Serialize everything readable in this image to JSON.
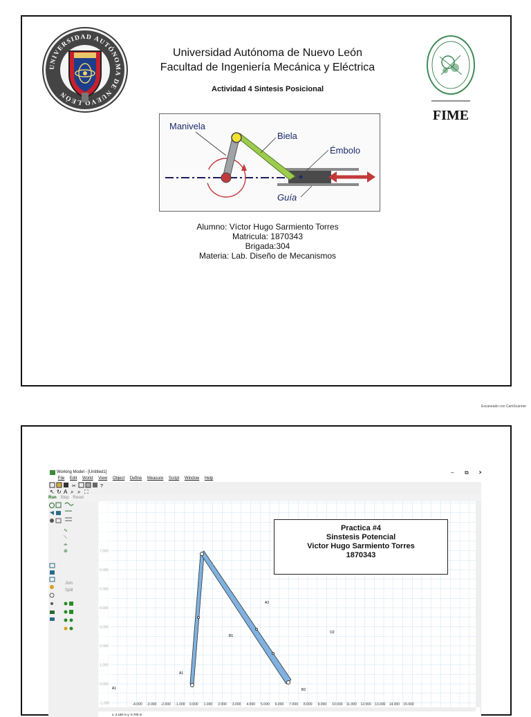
{
  "page1": {
    "university": "Universidad Autónoma de Nuevo León",
    "faculty": "Facultad de Ingeniería Mecánica y Eléctrica",
    "activity": "Actividad 4 Sintesis Posicional",
    "fime_logo_text": "FIME",
    "uanl_seal_text": "UNIVERSIDAD AUTÓNOMA DE NUEVO LEÓN",
    "diagram": {
      "manivela": "Manivela",
      "biela": "Biela",
      "embolo": "Émbolo",
      "guia": "Guía"
    },
    "student": {
      "alumno": "Alumno: Víctor Hugo Sarmiento Torres",
      "matricula": "Matricula: 1870343",
      "brigada": "Brigada:304",
      "materia": "Materia: Lab. Diseño de Mecanismos"
    }
  },
  "scanner_note": "Escaneado con CamScanner",
  "page2": {
    "window_title": "Working Model - [Untitled1]",
    "window_controls": {
      "minimize": "–",
      "restore": "⧉",
      "close": "✕"
    },
    "menu": [
      "File",
      "Edit",
      "World",
      "View",
      "Object",
      "Define",
      "Measure",
      "Script",
      "Window",
      "Help"
    ],
    "run_controls": {
      "run": "Run",
      "stop": "Stop",
      "reset": "Reset"
    },
    "palette_labels": {
      "join": "Join",
      "split": "Split"
    },
    "info_box": {
      "line1": "Practica #4",
      "line2": "Sinstesis Potencial",
      "line3": "Victor Hugo Sarmiento Torres",
      "line4": "1870343"
    },
    "point_labels": {
      "a1": "A1",
      "a2": "A2",
      "b1": "B1",
      "b2": "B2",
      "o2": "O2",
      "a1_axis": "A1"
    },
    "y_ticks": [
      "7.000",
      "6.000",
      "5.000",
      "4.000",
      "3.000",
      "2.000",
      "1.000",
      "0.000",
      "-1.000"
    ],
    "x_ticks": [
      "-4.000",
      "-3.000",
      "-2.000",
      "-1.000",
      "0.000",
      "1.000",
      "2.000",
      "3.000",
      "4.000",
      "5.000",
      "6.000",
      "7.000",
      "8.000",
      "9.000",
      "10.000",
      "11.000",
      "12.000",
      "13.000",
      "14.000",
      "15.000"
    ],
    "coord_readout": "x: 2.180    m    y: 0.700    m"
  }
}
